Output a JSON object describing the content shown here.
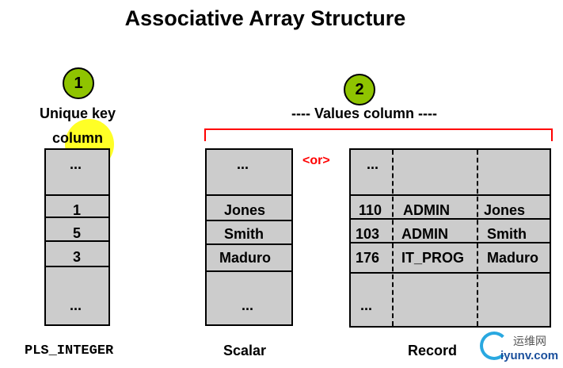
{
  "title": "Associative Array Structure",
  "markers": [
    "1",
    "2"
  ],
  "key_label_1": "Unique key",
  "key_label_2": "column",
  "values_label": "---- Values column ----",
  "or_label": "<or>",
  "key_column": {
    "cells": [
      "...",
      "1",
      "5",
      "3",
      "..."
    ],
    "caption": "PLS_INTEGER"
  },
  "scalar_column": {
    "cells": [
      "...",
      "Jones",
      "Smith",
      "Maduro",
      "..."
    ],
    "caption": "Scalar"
  },
  "record_column": {
    "rows": [
      [
        "...",
        "",
        ""
      ],
      [
        "110",
        "ADMIN",
        "Jones"
      ],
      [
        "103",
        "ADMIN",
        "Smith"
      ],
      [
        "176",
        "IT_PROG",
        "Maduro"
      ],
      [
        "...",
        "",
        ""
      ]
    ],
    "caption": "Record"
  },
  "watermark": {
    "cn": "运维网",
    "en": "iyunv.com"
  },
  "colors": {
    "marker": "#8fc400",
    "bracket": "#ff0000",
    "cell": "#cccccc",
    "highlight": "#ffff00"
  }
}
